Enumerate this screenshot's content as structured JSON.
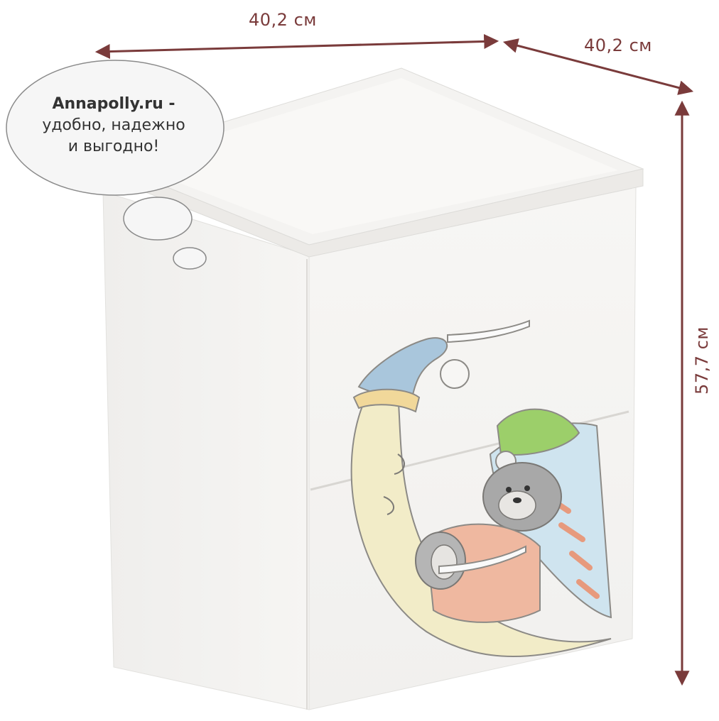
{
  "image": {
    "subject": "children's white changing cabinet with two drawers decorated with a sleeping bear on a moon",
    "colors": {
      "dimension_arrows": "#7a3b3b",
      "cabinet": "#f2f1ef",
      "moon": "#f2ecc8",
      "nightcap_blue": "#a9c6dc",
      "bear_cap_green": "#9ccf6a",
      "bear": "#a8a8a8",
      "blanket": "#efb8a0"
    }
  },
  "dimensions": {
    "width": "40,2 см",
    "depth": "40,2 см",
    "height": "57,7 см"
  },
  "speech_bubble": {
    "brand": "Annapolly.ru -",
    "line2": "удобно, надежно",
    "line3": "и выгодно!"
  }
}
